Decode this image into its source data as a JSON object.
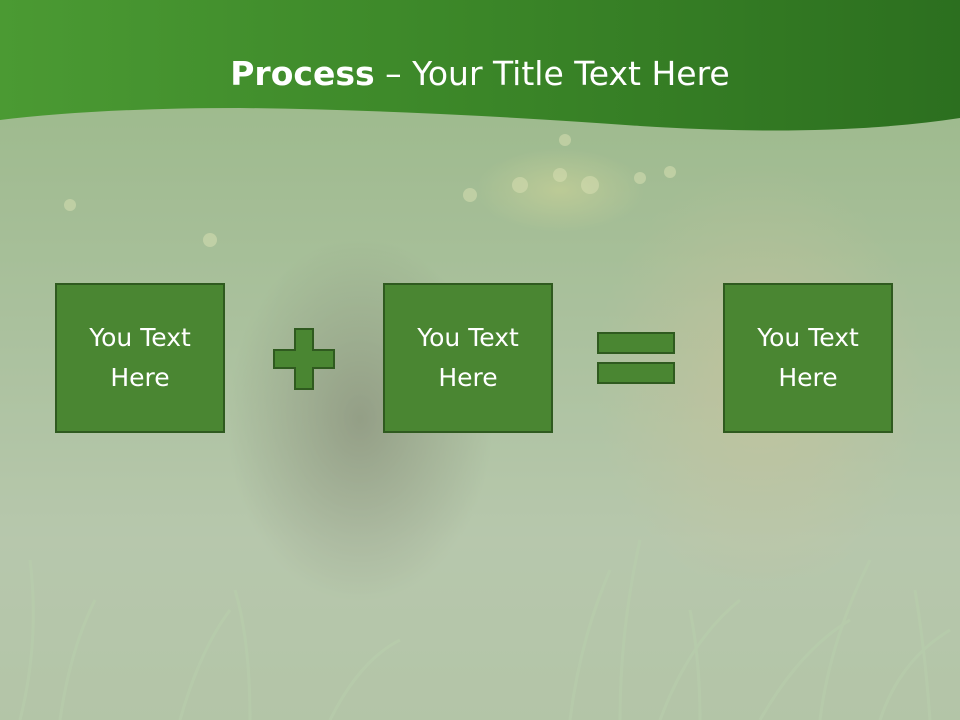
{
  "slide": {
    "title_bold": "Process",
    "title_rest": " – Your Title Text Here"
  },
  "process": {
    "box1_text": "You Text Here",
    "box2_text": "You Text Here",
    "box3_text": "You Text Here",
    "operator1": "plus-icon",
    "operator2": "equals-icon"
  },
  "colors": {
    "header_green": "#3d8a2a",
    "box_fill": "#4a8632",
    "box_border": "#2f5a1f",
    "text": "#ffffff"
  }
}
